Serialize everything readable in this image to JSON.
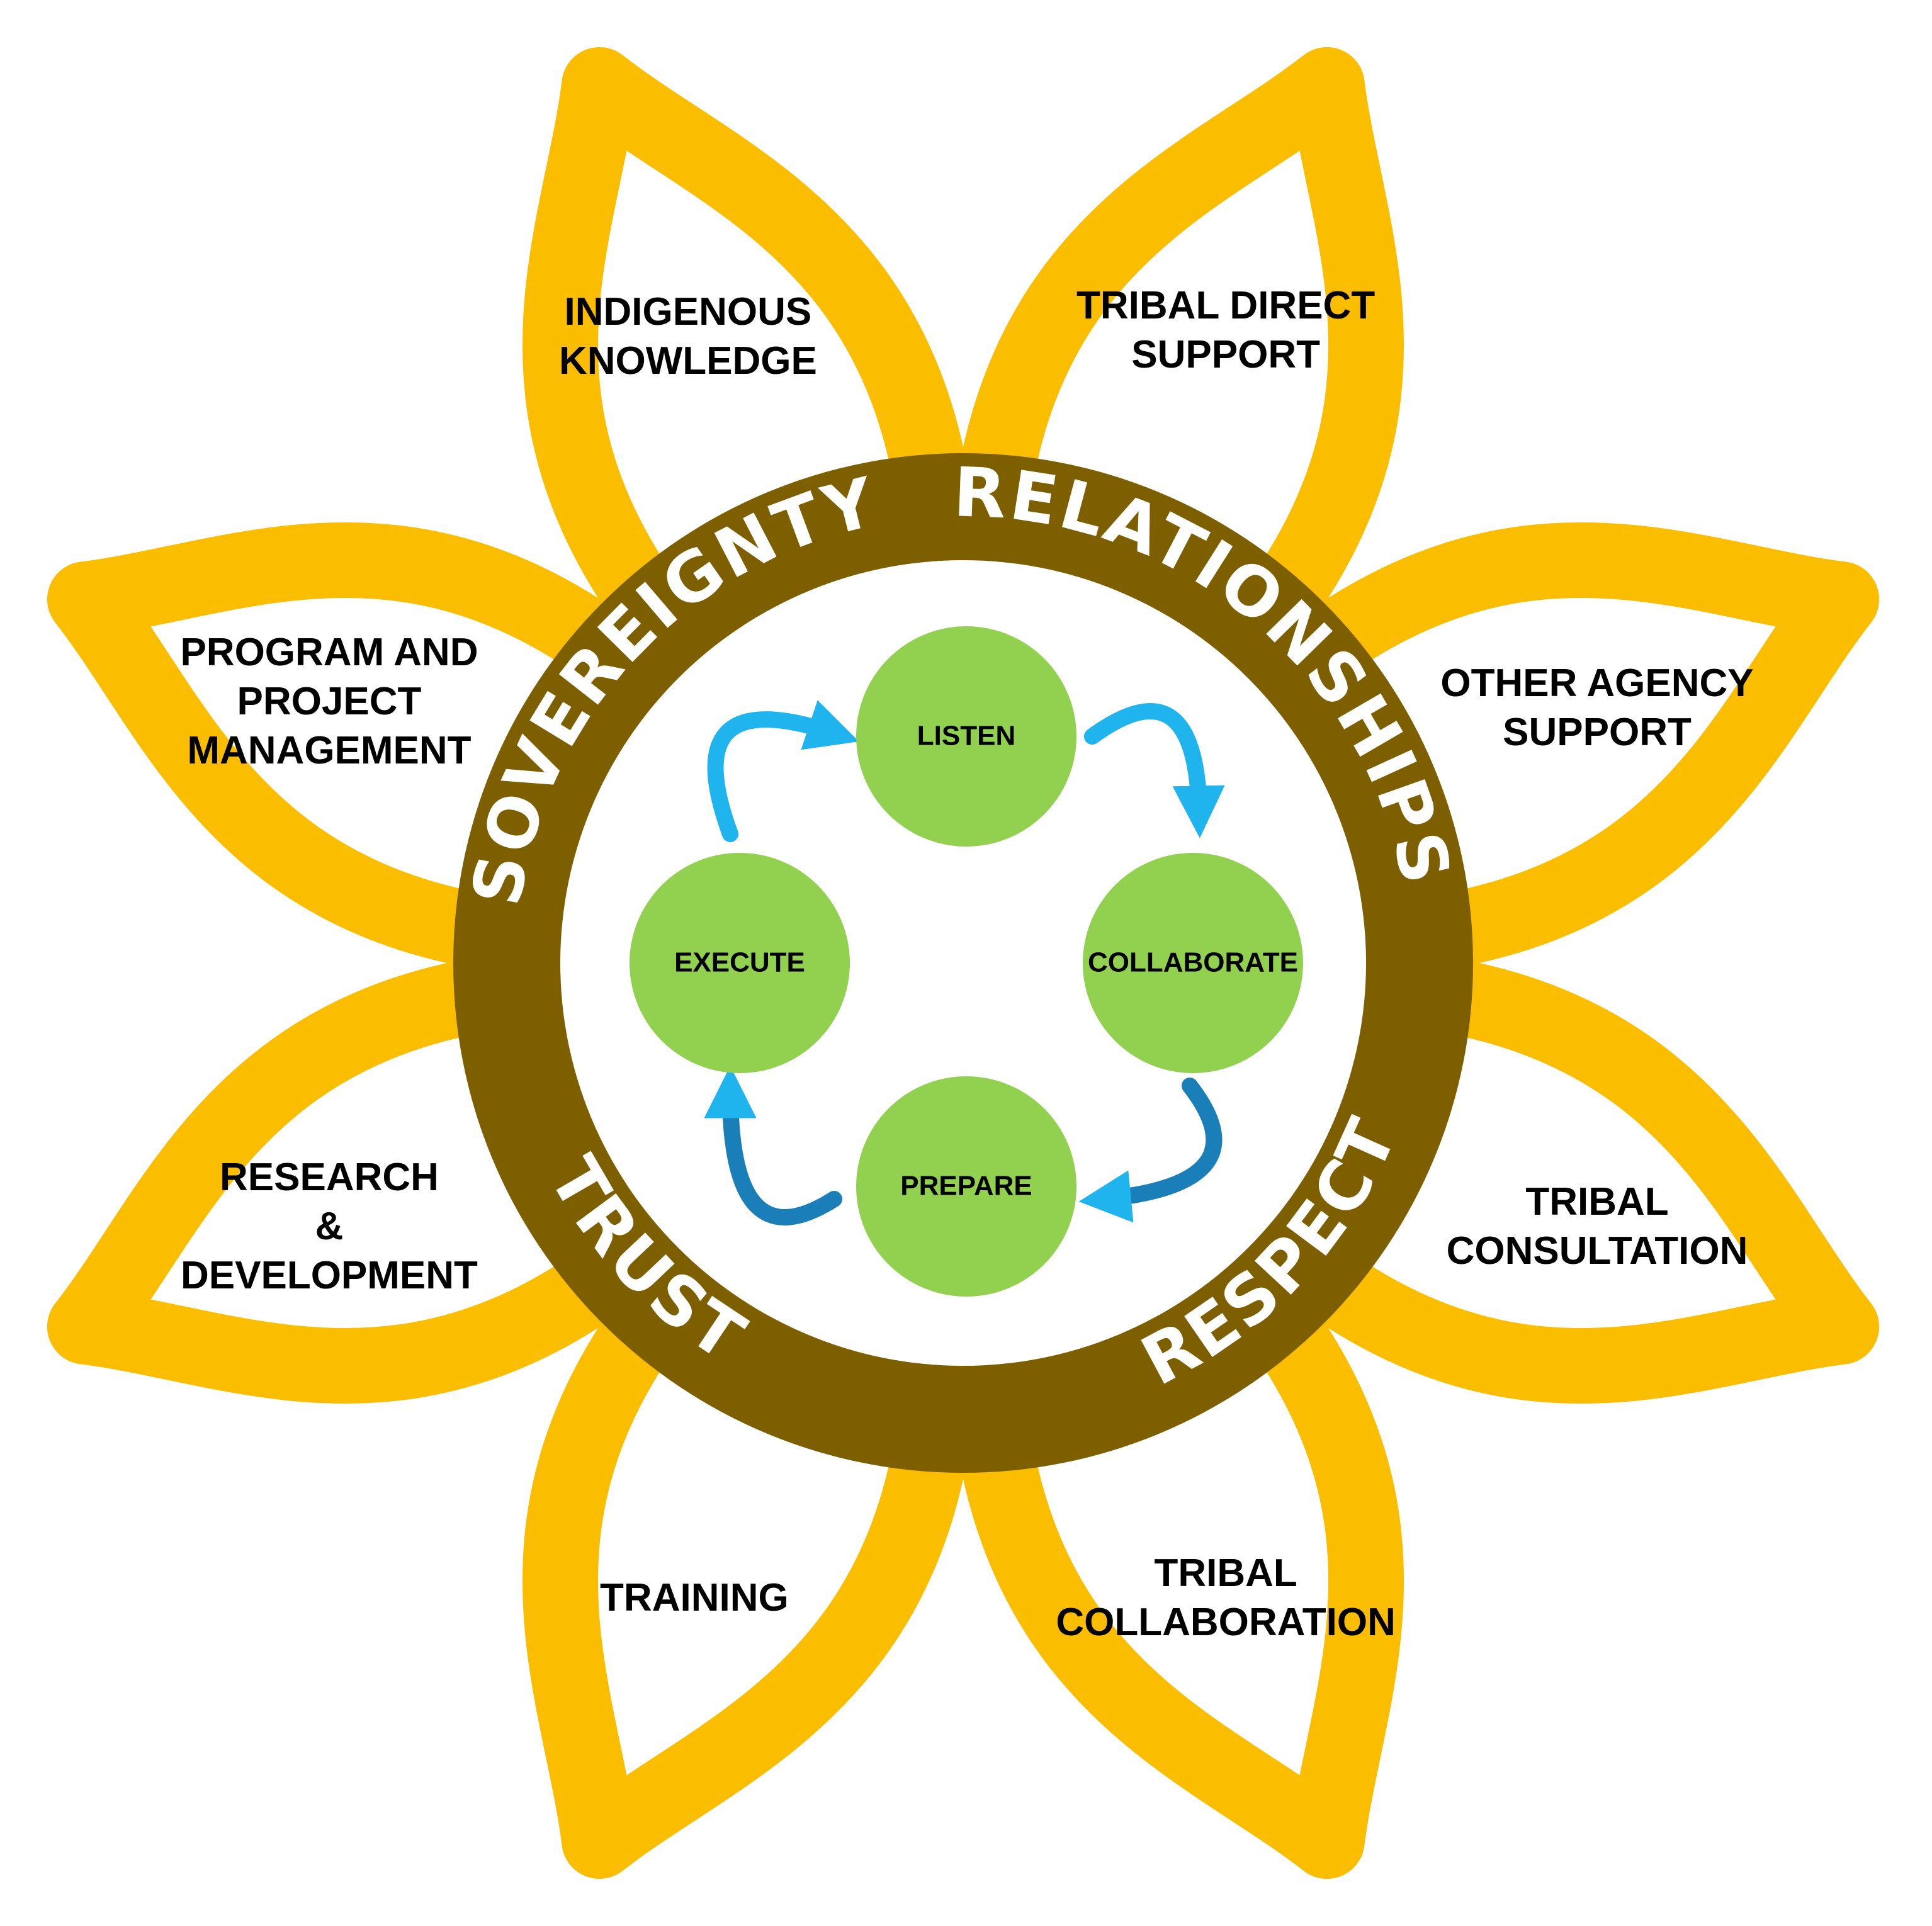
{
  "colors": {
    "petal_outline": "#FBBD00",
    "petal_fill": "#FFFFFF",
    "ring": "#7D5F00",
    "ring_text": "#FFFFFF",
    "step_circle": "#92D050",
    "arrow_light": "#1FB4EE",
    "arrow_dark": "#1A7FB8",
    "label_text": "#000000"
  },
  "petals": [
    {
      "name": "indigenous-knowledge",
      "lines": [
        "INDIGENOUS",
        "KNOWLEDGE"
      ]
    },
    {
      "name": "tribal-direct-support",
      "lines": [
        "TRIBAL DIRECT",
        "SUPPORT"
      ]
    },
    {
      "name": "other-agency-support",
      "lines": [
        "OTHER AGENCY",
        "SUPPORT"
      ]
    },
    {
      "name": "tribal-consultation",
      "lines": [
        "TRIBAL",
        "CONSULTATION"
      ]
    },
    {
      "name": "tribal-collaboration",
      "lines": [
        "TRIBAL",
        "COLLABORATION"
      ]
    },
    {
      "name": "training",
      "lines": [
        "TRAINING"
      ]
    },
    {
      "name": "research-development",
      "lines": [
        "RESEARCH",
        "&",
        "DEVELOPMENT"
      ]
    },
    {
      "name": "program-project-management",
      "lines": [
        "PROGRAM AND",
        "PROJECT",
        "MANAGEMENT"
      ]
    }
  ],
  "ring_words": {
    "sovereignty": "SOVEREIGNTY",
    "relationships": "RELATIONSHIPS",
    "trust": "TRUST",
    "respect": "RESPECT"
  },
  "steps": {
    "listen": "LISTEN",
    "collaborate": "COLLABORATE",
    "prepare": "PREPARE",
    "execute": "EXECUTE"
  }
}
